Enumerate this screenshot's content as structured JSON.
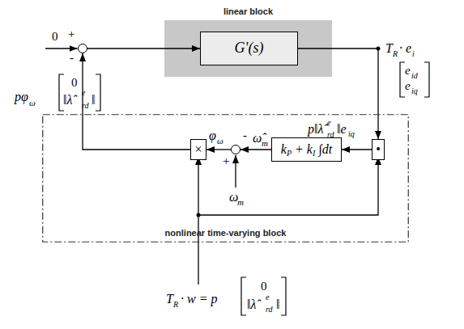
{
  "diagram": {
    "nodes": [
      {
        "text": [
          "+",
          "-"
        ]
      },
      {
        "text": [
          "linear block"
        ]
      },
      {
        "text": [
          "G'(s)"
        ],
        "in": 1
      },
      {
        "text": [
          "nonlinear time-varying block"
        ]
      },
      {
        "text": [
          "×"
        ],
        "in": 3
      },
      {
        "text": [
          "-",
          "+"
        ],
        "in": 3
      },
      {
        "text": [
          "k",
          "P",
          " + k",
          "I",
          " ∫dt"
        ],
        "in": 3
      },
      {
        "text": [
          "•"
        ],
        "in": 3
      }
    ],
    "edges": [
      {
        "from": 0,
        "to": 2,
        "arrow": "to"
      },
      {
        "from": 2,
        "to": 7,
        "arrow": "to"
      },
      {
        "from": 7,
        "to": 6,
        "arrow": "to"
      },
      {
        "from": 6,
        "to": 5,
        "arrow": "to"
      },
      {
        "from": 5,
        "to": 4,
        "arrow": "to"
      },
      {
        "from": 4,
        "to": 0,
        "arrow": "to"
      }
    ],
    "labels": [
      "0",
      "pφ",
      "ω",
      "0",
      "‖λ̂",
      "e",
      "rd",
      "‖",
      "T",
      "R",
      "· e",
      "i",
      "e",
      "id",
      "e",
      "iq",
      "p‖λ̂",
      "e",
      "rd",
      "‖e",
      "iq",
      "φ",
      "ω",
      "ω̂",
      "m",
      "ω",
      "m",
      "T",
      "R",
      "· w = p",
      "0",
      "‖λ̂",
      "e",
      "rd",
      "‖"
    ]
  }
}
